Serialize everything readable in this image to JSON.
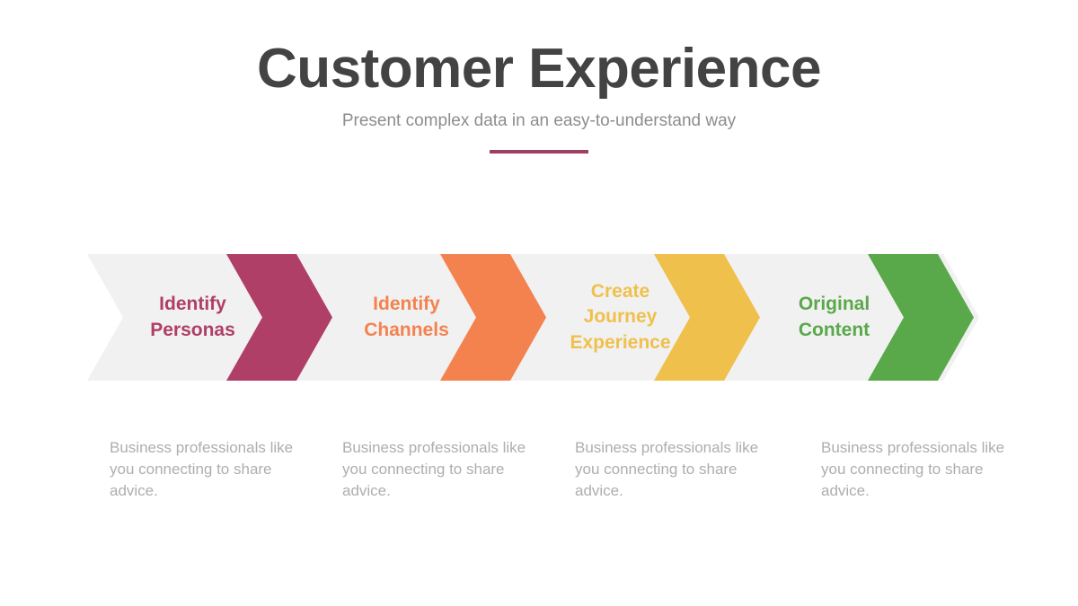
{
  "header": {
    "title": "Customer Experience",
    "subtitle": "Present complex data in an easy-to-understand way"
  },
  "theme": {
    "title_color": "#434343",
    "subtitle_color": "#8d8d8d",
    "accent_rule_color": "#9e3f63",
    "band_color": "#f1f1f1",
    "description_color": "#aeaeae",
    "background": "#ffffff"
  },
  "process": {
    "steps": [
      {
        "label": "Identify\nPersonas",
        "color": "#b03f68",
        "description": "Business professionals like you connecting to share advice."
      },
      {
        "label": "Identify\nChannels",
        "color": "#f4824f",
        "description": "Business professionals like you connecting to share advice."
      },
      {
        "label": "Create\nJourney\nExperience",
        "color": "#efc04b",
        "description": "Business professionals like you connecting to share advice."
      },
      {
        "label": "Original\nContent",
        "color": "#59a84a",
        "description": "Business professionals like you connecting to share advice."
      }
    ]
  }
}
